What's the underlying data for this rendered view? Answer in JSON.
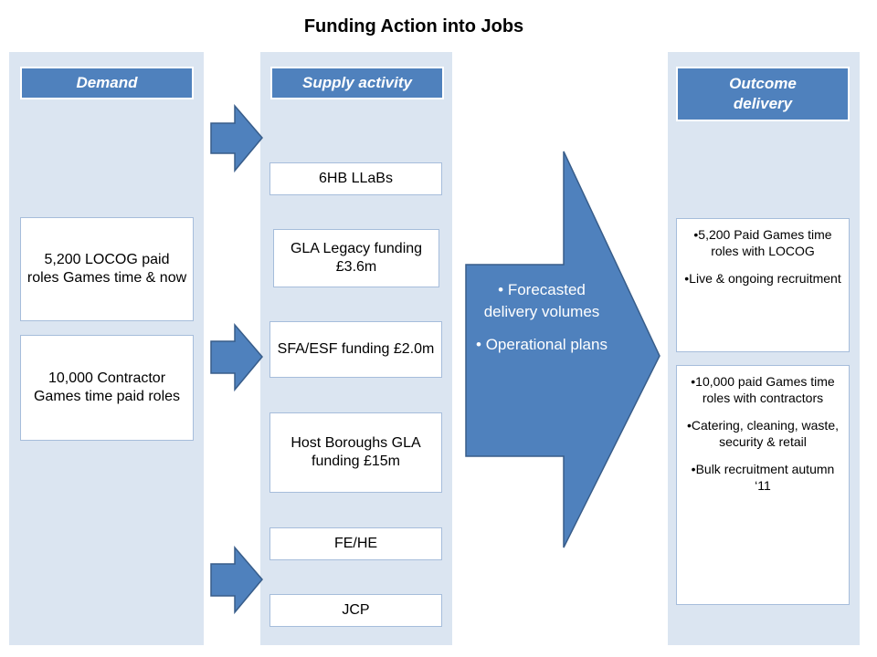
{
  "title": "Funding Action into Jobs",
  "columns": {
    "demand": {
      "header": "Demand",
      "boxes": [
        "5,200 LOCOG paid roles Games time & now",
        "10,000 Contractor Games time paid roles"
      ]
    },
    "supply": {
      "header": "Supply activity",
      "boxes": [
        "6HB LLaBs",
        "GLA Legacy funding £3.6m",
        "SFA/ESF funding £2.0m",
        "Host Boroughs GLA funding £15m",
        "FE/HE",
        "JCP"
      ]
    },
    "outcome": {
      "header": "Outcome delivery",
      "box1": [
        "•5,200 Paid Games time roles with LOCOG",
        "•Live & ongoing recruitment"
      ],
      "box2": [
        "•10,000 paid Games time roles with contractors",
        "•Catering, cleaning, waste, security & retail",
        "•Bulk recruitment autumn ‘11"
      ]
    }
  },
  "big_arrow": [
    "• Forecasted delivery volumes",
    "• Operational plans"
  ],
  "colors": {
    "panel": "#dbe5f1",
    "header": "#4f81bd",
    "arrow": "#4f81bd",
    "arrow_stroke": "#385d8a"
  }
}
